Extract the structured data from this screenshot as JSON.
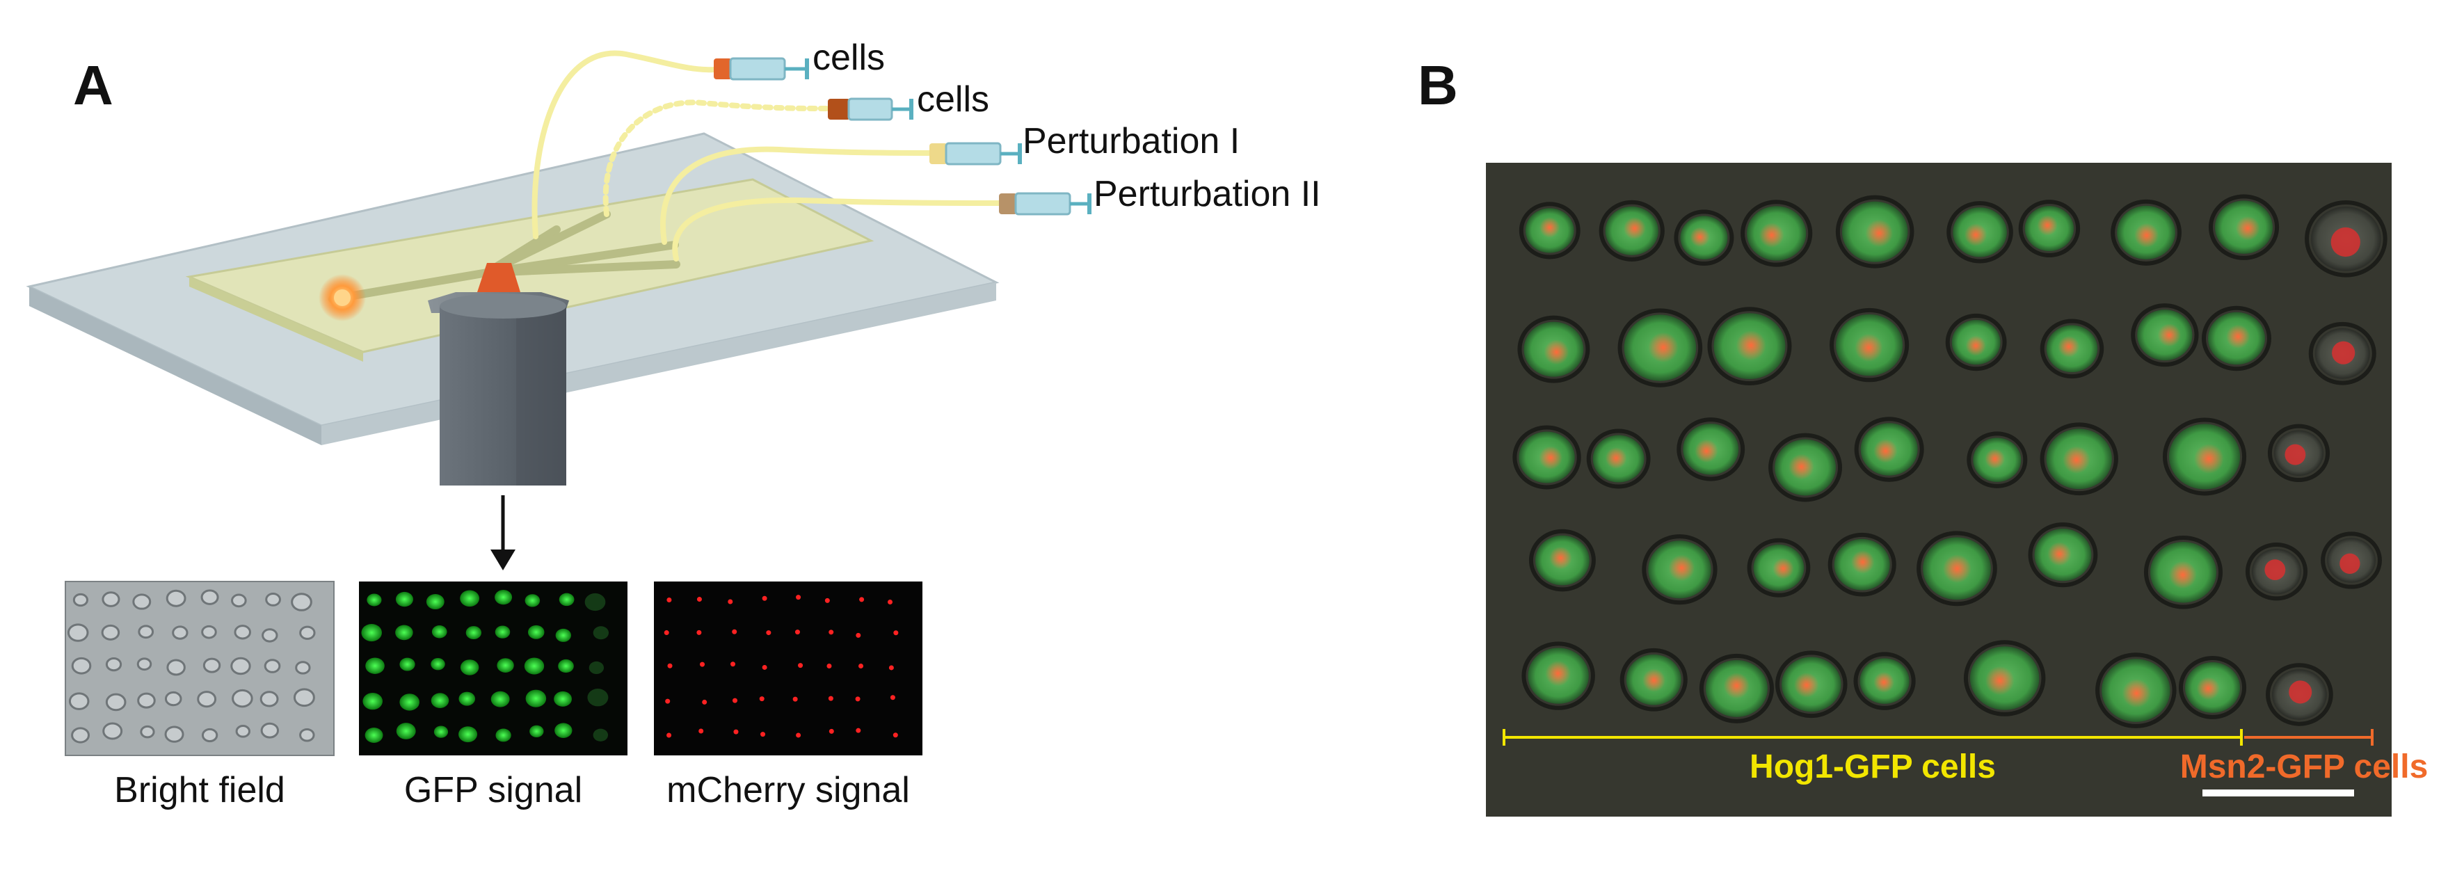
{
  "panel_a": {
    "label": "A",
    "inlets": [
      "cells",
      "cells",
      "Perturbation I",
      "Perturbation II"
    ],
    "images": [
      "Bright field",
      "GFP signal",
      "mCherry signal"
    ]
  },
  "panel_b": {
    "label": "B",
    "hog1_label": "Hog1-GFP cells",
    "msn2_label": "Msn2-GFP cells"
  },
  "colors": {
    "hog1": "#f2e600",
    "msn2": "#f06a2a",
    "chip": "#cdd8dc",
    "channel_plate": "#e1e4b8",
    "objective": "#5d666e",
    "tubing": "#f4eea0",
    "gfp": "#2ecc33",
    "mcherry": "#ff2222"
  }
}
